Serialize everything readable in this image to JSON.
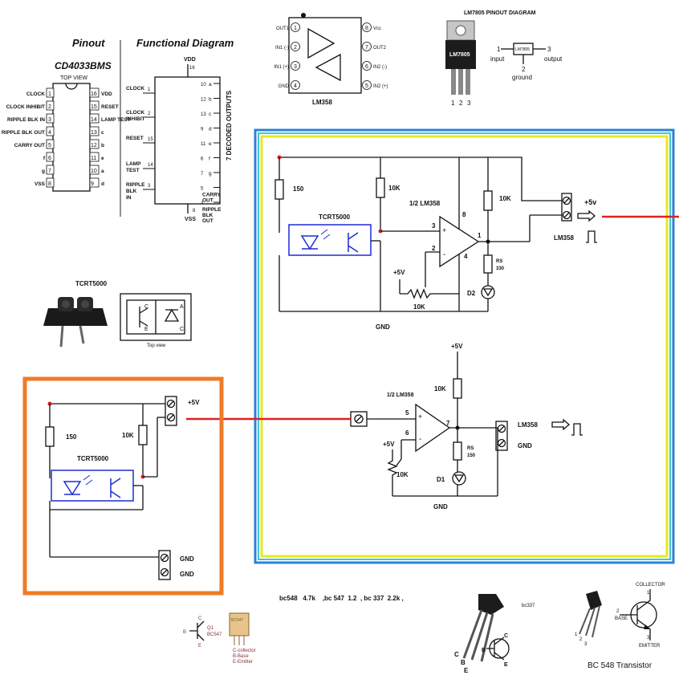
{
  "pinout": {
    "title": "Pinout",
    "chip": "CD4033BMS",
    "view": "TOP VIEW",
    "left_pins": [
      {
        "num": "1",
        "label": "CLOCK"
      },
      {
        "num": "2",
        "label": "CLOCK INHIBIT"
      },
      {
        "num": "3",
        "label": "RIPPLE BLK IN"
      },
      {
        "num": "4",
        "label": "RIPPLE BLK OUT"
      },
      {
        "num": "5",
        "label": "CARRY OUT"
      },
      {
        "num": "6",
        "label": "f"
      },
      {
        "num": "7",
        "label": "g"
      },
      {
        "num": "8",
        "label": "VSS"
      }
    ],
    "right_pins": [
      {
        "num": "16",
        "label": "VDD"
      },
      {
        "num": "15",
        "label": "RESET"
      },
      {
        "num": "14",
        "label": "LAMP TEST"
      },
      {
        "num": "13",
        "label": "c"
      },
      {
        "num": "12",
        "label": "b"
      },
      {
        "num": "11",
        "label": "e"
      },
      {
        "num": "10",
        "label": "a"
      },
      {
        "num": "9",
        "label": "d"
      }
    ]
  },
  "functional": {
    "title": "Functional Diagram",
    "vdd": "VDD",
    "vdd_pin": "16",
    "vss": "VSS",
    "vss_pin": "8",
    "outputs_label": "7 DECODED OUTPUTS",
    "inputs": [
      {
        "num": "1",
        "label": "CLOCK"
      },
      {
        "num": "2",
        "label": "CLOCK INHIBIT"
      },
      {
        "num": "15",
        "label": "RESET"
      },
      {
        "num": "14",
        "label": "LAMP TEST"
      },
      {
        "num": "3",
        "label": "RIPPLE BLK IN"
      }
    ],
    "outputs": [
      {
        "num": "10",
        "label": "a"
      },
      {
        "num": "12",
        "label": "b"
      },
      {
        "num": "13",
        "label": "c"
      },
      {
        "num": "9",
        "label": "d"
      },
      {
        "num": "11",
        "label": "e"
      },
      {
        "num": "6",
        "label": "f"
      },
      {
        "num": "7",
        "label": "g"
      },
      {
        "num": "5",
        "label": "CARRY OUT"
      },
      {
        "num": "4",
        "label": "RIPPLE BLK OUT"
      }
    ]
  },
  "lm358_chip": {
    "name": "LM358",
    "left": [
      {
        "num": "1",
        "label": "OUT1"
      },
      {
        "num": "2",
        "label": "IN1 (-)"
      },
      {
        "num": "3",
        "label": "IN1 (+)"
      },
      {
        "num": "4",
        "label": "GND"
      }
    ],
    "right": [
      {
        "num": "8",
        "label": "Vcc"
      },
      {
        "num": "7",
        "label": "OUT2"
      },
      {
        "num": "6",
        "label": "IN2 (-)"
      },
      {
        "num": "5",
        "label": "IN2 (+)"
      }
    ]
  },
  "lm7805": {
    "title": "LM7805 PINOUT DIAGRAM",
    "body_label": "LM7805",
    "box_label": "LM7805",
    "pins": [
      "1",
      "2",
      "3"
    ],
    "input_label": "input",
    "output_label": "output",
    "ground_label": "ground"
  },
  "tcrt_photo": {
    "label": "TCRT5000",
    "top_view": "Top view",
    "pins": [
      "C",
      "E",
      "A",
      "C"
    ]
  },
  "upper_circuit": {
    "r1": "150",
    "r2": "10K",
    "r3": "10K",
    "r4_label": "RS",
    "r4_value": "330",
    "pot": "10K",
    "sensor": "TCRT5000",
    "opamp": "1/2 LM358",
    "pin_plus": "3",
    "pin_minus": "2",
    "pin_out": "1",
    "pin_vcc": "8",
    "pin_gnd": "4",
    "vplus": "+5V",
    "led": "D2",
    "gnd": "GND",
    "terminal_label": "+5v",
    "output_label": "LM358"
  },
  "lower_circuit": {
    "vplus_top": "+5V",
    "r_pullup": "10K",
    "opamp": "1/2 LM358",
    "pin_plus": "5",
    "pin_minus": "6",
    "pin_out": "7",
    "r_led_label": "RS",
    "r_led_value": "150",
    "vplus_pot": "+5V",
    "pot": "10K",
    "led": "D1",
    "gnd": "GND",
    "output_label": "LM358",
    "terminal_gnd": "GND"
  },
  "sensor_board": {
    "r1": "150",
    "r2": "10K",
    "sensor": "TCRT5000",
    "vplus": "+5V",
    "gnd1": "GND",
    "gnd2": "GND"
  },
  "bottom": {
    "note": "bc548   4.7k    ,bc 547  1.2  , bc 337  2.2k ,",
    "small_q_name": "Q1",
    "small_q_part": "BC547",
    "small_q_body": "BC547",
    "small_q_pins": [
      "B",
      "C",
      "E"
    ],
    "small_q_legend": [
      "C-collector",
      "B-Base",
      "E-Emitter"
    ],
    "bc337_label": "bc337",
    "bc337_pins": [
      "C",
      "B",
      "E"
    ],
    "bc337_symbol_pins": [
      "B",
      "C",
      "E"
    ],
    "bc548_title": "BC 548 Transistor",
    "bc548_pins": [
      "1",
      "2",
      "3"
    ],
    "collector": "COLLECTOR",
    "base": "BASE",
    "emitter": "EMITTER"
  },
  "colors": {
    "frame_blue": "#2f7fd6",
    "frame_cyan": "#3fc6d8",
    "frame_yellow": "#e8e824",
    "frame_orange": "#ee7b26",
    "signal_red": "#dd2222",
    "sensor_blue": "#1d2bd6",
    "node_red": "#d62020"
  }
}
